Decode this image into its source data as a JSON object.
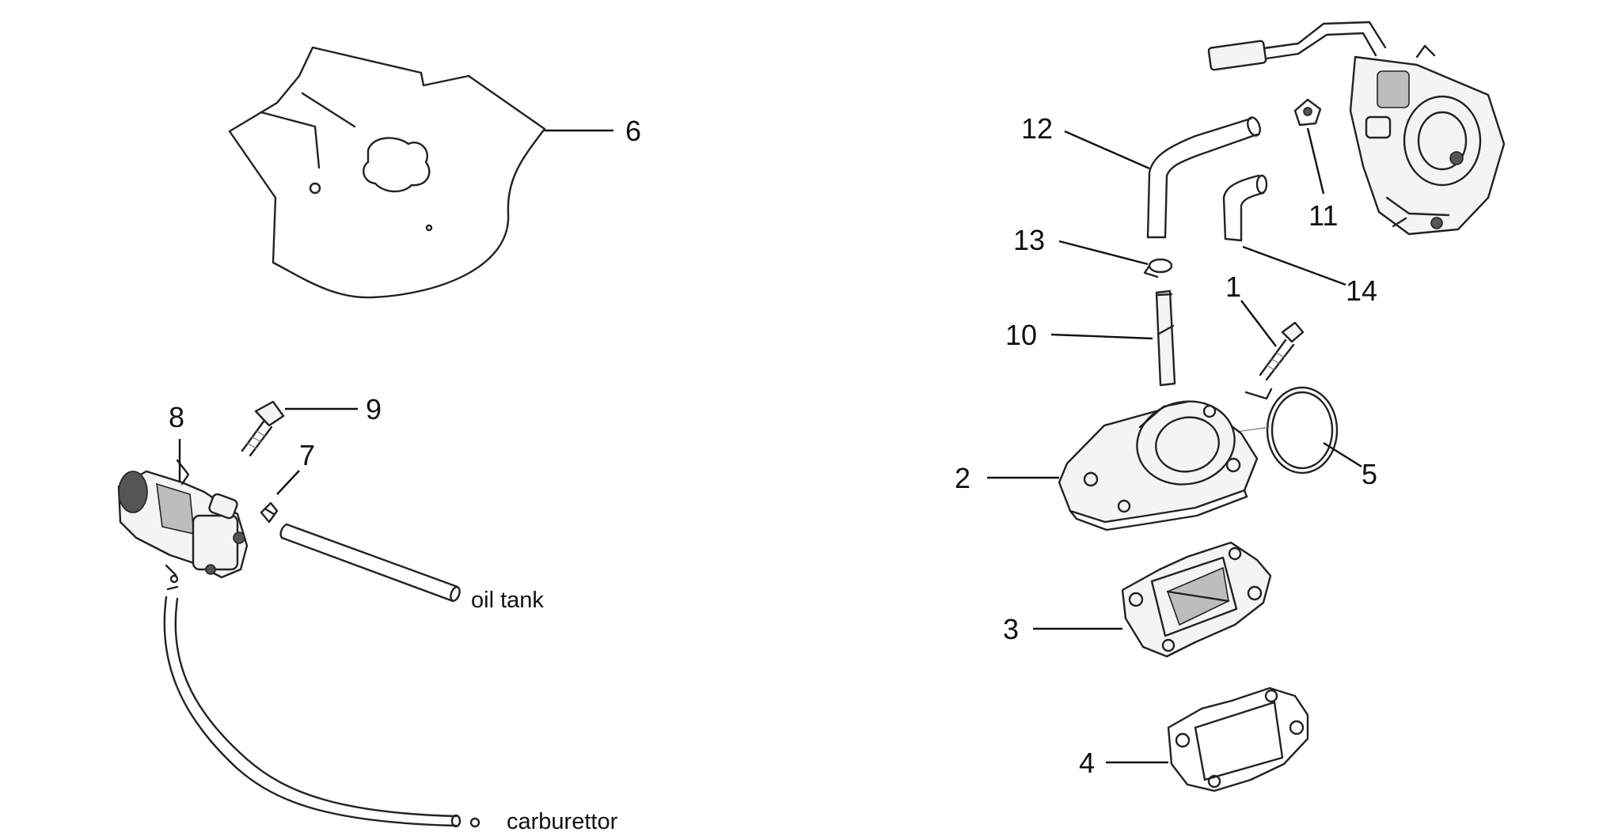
{
  "diagram": {
    "callouts": {
      "c1": "1",
      "c2": "2",
      "c3": "3",
      "c4": "4",
      "c5": "5",
      "c6": "6",
      "c7": "7",
      "c8": "8",
      "c9": "9",
      "c10": "10",
      "c11": "11",
      "c12": "12",
      "c13": "13",
      "c14": "14"
    },
    "notes": {
      "oil_tank": "oil tank",
      "carburettor": "carburettor"
    }
  }
}
